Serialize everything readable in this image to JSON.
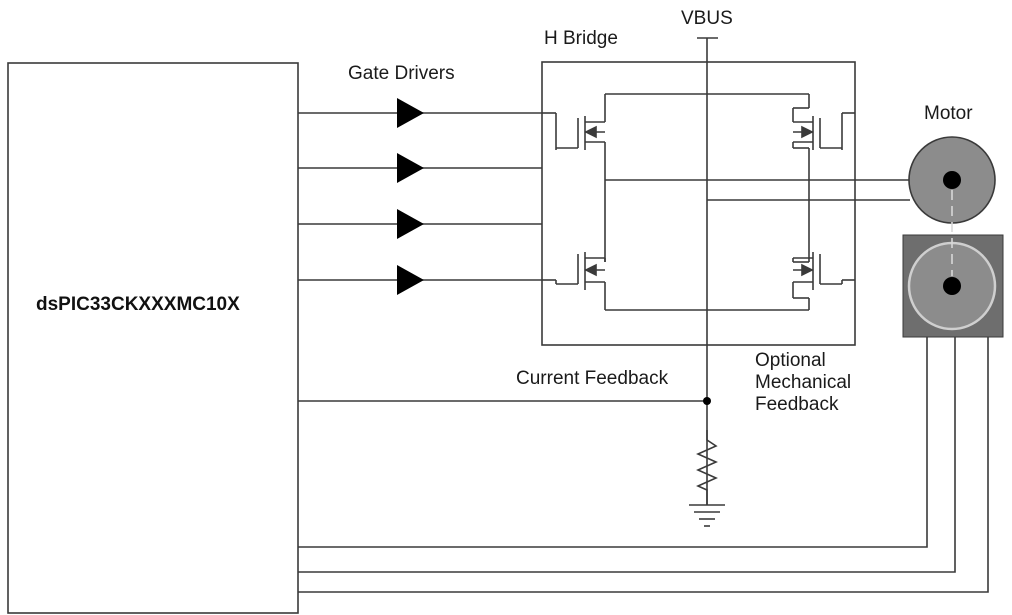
{
  "labels": {
    "vbus": "VBUS",
    "h_bridge": "H Bridge",
    "gate_drivers": "Gate Drivers",
    "motor": "Motor",
    "controller": "dsPIC33CKXXXMC10X",
    "current_feedback": "Current Feedback",
    "optional_feedback": [
      "Optional",
      "Mechanical",
      "Feedback"
    ]
  },
  "colors": {
    "wire": "#3a3a3a",
    "motor_fill": "#8c8c8c",
    "encoder_box": "#6e6e6e",
    "encoder_disc": "#8c8c8c",
    "dot": "#000000"
  }
}
